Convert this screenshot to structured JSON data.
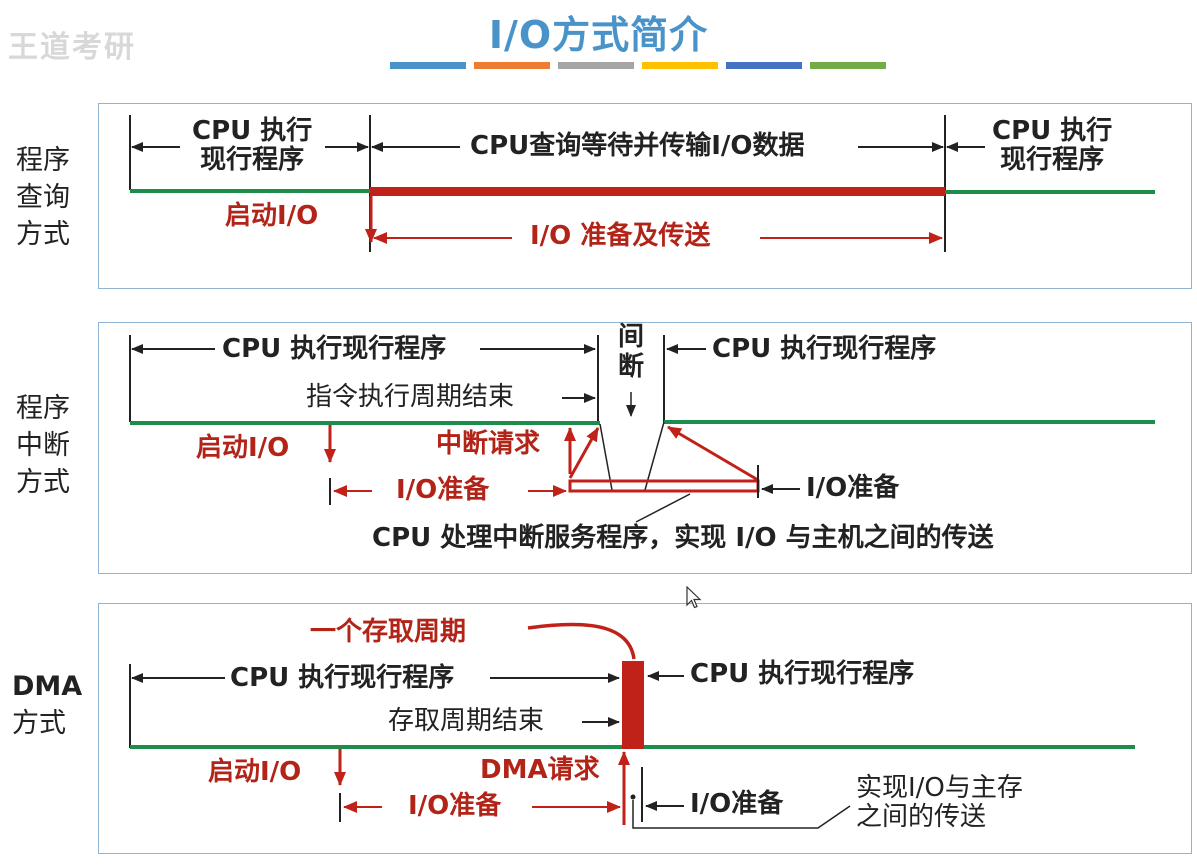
{
  "title": "I/O方式简介",
  "watermark": "王道考研",
  "title_bar_colors": [
    "#4a93c9",
    "#ed7d31",
    "#a5a5a5",
    "#ffc000",
    "#4472c4",
    "#70ad47"
  ],
  "colors": {
    "green_line": "#1e8c4b",
    "red": "#c0221a",
    "border": "#8fb4d3"
  },
  "polling": {
    "side_label": [
      "程序",
      "查询",
      "方式"
    ],
    "cpu_exec_left": [
      "CPU 执行",
      "现行程序"
    ],
    "cpu_wait": "CPU查询等待并传输I/O数据",
    "cpu_exec_right": [
      "CPU  执行",
      "现行程序"
    ],
    "start_io": "启动I/O",
    "io_prep_transfer": "I/O 准备及传送"
  },
  "interrupt": {
    "side_label": [
      "程序",
      "中断",
      "方式"
    ],
    "cpu_exec_left": "CPU  执行现行程序",
    "gap_label": [
      "间",
      "断"
    ],
    "cpu_exec_right": "CPU  执行现行程序",
    "instr_end": "指令执行周期结束",
    "start_io": "启动I/O",
    "int_request": "中断请求",
    "io_prep_left": "I/O准备",
    "io_prep_right": "I/O准备",
    "cpu_service": "CPU 处理中断服务程序，实现 I/O 与主机之间的传送"
  },
  "dma": {
    "side_label": [
      "DMA",
      "方式"
    ],
    "one_cycle": "一个存取周期",
    "cpu_exec_left": "CPU  执行现行程序",
    "cpu_exec_right": "CPU  执行现行程序",
    "access_end": "存取周期结束",
    "start_io": "启动I/O",
    "dma_request": "DMA请求",
    "io_prep_left": "I/O准备",
    "io_prep_right": "I/O准备",
    "realize": [
      "实现I/O与主存",
      "之间的传送"
    ]
  }
}
